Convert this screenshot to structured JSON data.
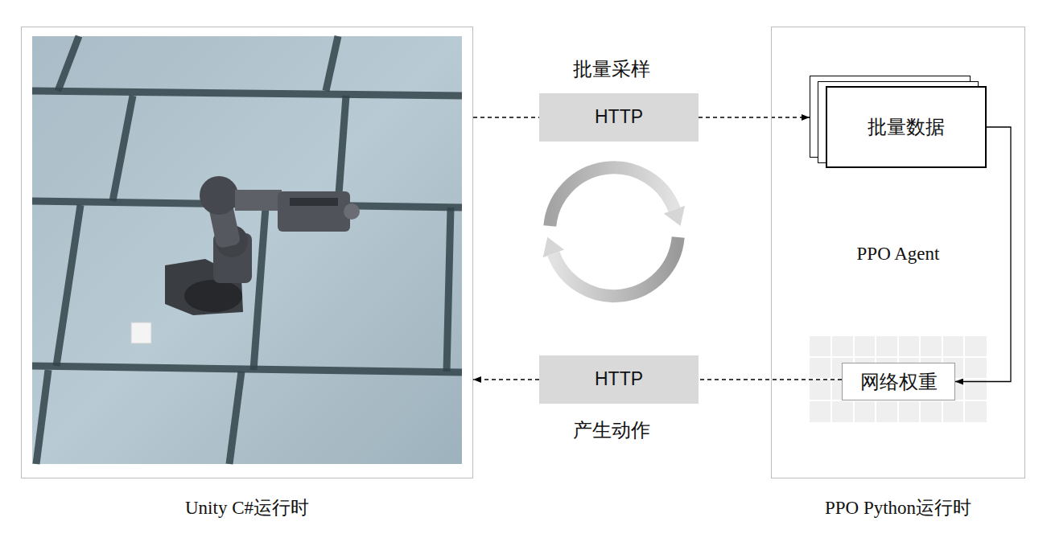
{
  "diagram": {
    "nodes": [
      {
        "text": [
          "Unity C#运行时"
        ]
      },
      {
        "text": [
          "PPO Agent",
          "PPO Python运行时"
        ]
      },
      {
        "text": [
          "批量数据"
        ],
        "in": 1
      },
      {
        "text": [
          "网络权重"
        ],
        "in": 1
      },
      {
        "text": [
          "HTTP"
        ]
      },
      {
        "text": [
          "HTTP"
        ]
      }
    ],
    "edges": [
      {
        "from": 0,
        "to": 4,
        "arrow": "none"
      },
      {
        "from": 4,
        "to": 2,
        "arrow": "to"
      },
      {
        "from": 2,
        "to": 3,
        "arrow": "to"
      },
      {
        "from": 3,
        "to": 5,
        "arrow": "none"
      },
      {
        "from": 5,
        "to": 0,
        "arrow": "to"
      }
    ],
    "labels": [
      "批量采样",
      "产生动作"
    ]
  }
}
